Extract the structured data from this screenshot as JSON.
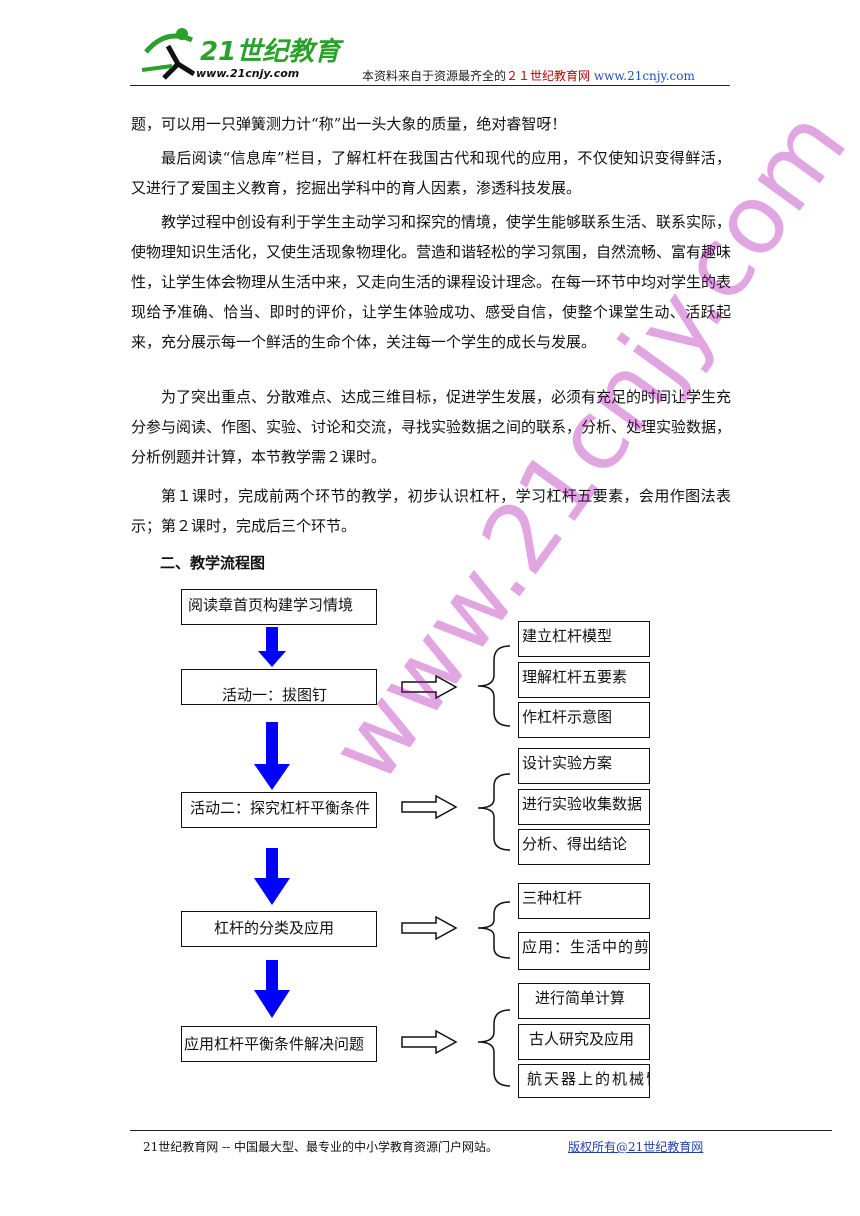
{
  "header": {
    "logo_text": "21世纪教育",
    "logo_url": "www.21cnjy.com",
    "source_prefix": "本资料来自于资源最齐全的",
    "source_site": "２１世纪教育网",
    "source_url": "www.21cnjy.com"
  },
  "paragraphs": [
    "题，可以用一只弹簧测力计“称”出一头大象的质量，绝对睿智呀！",
    "最后阅读“信息库”栏目，了解杠杆在我国古代和现代的应用，不仅使知识变得鲜活，又进行了爱国主义教育，挖掘出学科中的育人因素，渗透科技发展。",
    "教学过程中创设有利于学生主动学习和探究的情境，使学生能够联系生活、联系实际，使物理知识生活化，又使生活现象物理化。营造和谐轻松的学习氛围，自然流畅、富有趣味性，让学生体会物理从生活中来，又走向生活的课程设计理念。在每一环节中均对学生的表现给予准确、恰当、即时的评价，让学生体验成功、感受自信，使整个课堂生动、活跃起来，充分展示每一个鲜活的生命个体，关注每一个学生的成长与发展。",
    "为了突出重点、分散难点、达成三维目标，促进学生发展，必须有充足的时间让学生充分参与阅读、作图、实验、讨论和交流，寻找实验数据之间的联系，分析、处理实验数据，分析例题并计算，本节教学需２课时。",
    "第１课时，完成前两个环节的教学，初步认识杠杆，学习杠杆五要素，会用作图法表示；第２课时，完成后三个环节。"
  ],
  "section_title": "二、教学流程图",
  "flow": {
    "main": [
      "阅读章首页构建学习情境",
      "活动一：拔图钉",
      "活动二：探究杠杆平衡条件",
      "杠杆的分类及应用",
      "应用杠杆平衡条件解决问题"
    ],
    "group1": [
      "建立杠杆模型",
      "理解杠杆五要素",
      "作杠杆示意图"
    ],
    "group2": [
      "设计实验方案",
      "进行实验收集数据",
      "分析、得出结论"
    ],
    "group3": [
      "三种杠杆",
      "应用：生活中的剪刀"
    ],
    "group4": [
      "进行简单计算",
      "古人研究及应用",
      "航天器上的机械臂"
    ]
  },
  "watermark": "www.21cnjy.com",
  "footer": {
    "left": "21世纪教育网 -- 中国最大型、最专业的中小学教育资源门户网站。",
    "right": "版权所有@21世纪教育网"
  },
  "colors": {
    "arrow": "#0000ff",
    "watermark": "#aa00aa",
    "link": "#1f4fbf",
    "source_site": "#c00000"
  }
}
